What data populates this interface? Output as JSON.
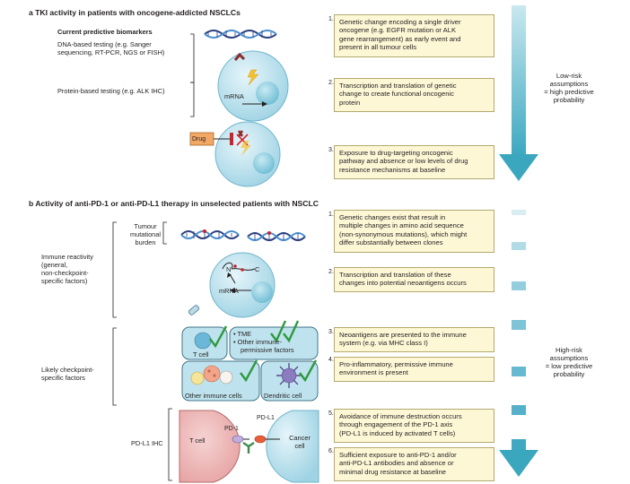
{
  "colors": {
    "arrow": "#4aaec2",
    "box_fill": "#fdf7d6",
    "box_border": "#b3a96e",
    "cell": "#bfe3ee",
    "check": "#2e9a3f",
    "drug": "#f3a765"
  },
  "section_a": {
    "title": "a  TKI activity in patients with oncogene-addicted NSCLCs",
    "biomarkers_heading": "Current predictive biomarkers",
    "dna_testing": [
      "DNA-based testing (e.g. Sanger",
      "sequencing, RT-PCR, NGS or FISH)"
    ],
    "protein_testing": "Protein-based testing (e.g. ALK IHC)",
    "mrna_label": "mRNA",
    "drug_label": "Drug",
    "boxes": [
      {
        "num": "1.",
        "lines": [
          "Genetic change encoding a single driver",
          "oncogene (e.g. EGFR mutation or ALK",
          "gene rearrangement) as early event and",
          "present in all tumour cells"
        ]
      },
      {
        "num": "2.",
        "lines": [
          "Transcription and translation of genetic",
          "change to create functional oncogenic",
          "protein"
        ]
      },
      {
        "num": "3.",
        "lines": [
          "Exposure to drug-targeting oncogenic",
          "pathway and absence or low levels of drug",
          "resistance mechanisms at baseline"
        ]
      }
    ],
    "risk_text": [
      "Low-risk",
      "assumptions",
      "= high predictive",
      "probability"
    ]
  },
  "section_b": {
    "title": "b  Activity of anti-PD-1 or anti-PD-L1 therapy in unselected patients with NSCLC",
    "tumour_burden": [
      "Tumour",
      "mutational",
      "burden"
    ],
    "immune_reactivity": [
      "Immune reactivity",
      "(general,",
      "non-checkpoint-",
      "specific factors)"
    ],
    "checkpoint_factors": [
      "Likely checkpoint-",
      "specific factors"
    ],
    "pdl1_ihc": "PD-L1 IHC",
    "n_label": "N",
    "c_label": "C",
    "mrna_label": "mRNA",
    "t_cell": "T cell",
    "tme": [
      "• TME",
      "• Other immune-",
      "permissive factors"
    ],
    "other_immune": "Other immune cells",
    "dendritic": "Dendritic cell",
    "pd1": "PD-1",
    "pdl1": "PD-L1",
    "t_cell_big": "T cell",
    "cancer_cell": [
      "Cancer",
      "cell"
    ],
    "boxes": [
      {
        "num": "1.",
        "lines": [
          "Genetic changes exist that result in",
          "multiple changes in amino acid sequence",
          "(non-synonymous mutations), which might",
          "differ substantially between clones"
        ]
      },
      {
        "num": "2.",
        "lines": [
          "Transcription and translation of these",
          "changes into potential neoantigens occurs"
        ]
      },
      {
        "num": "3.",
        "lines": [
          "Neoantigens are presented to the immune",
          "system (e.g. via MHC class I)"
        ]
      },
      {
        "num": "4.",
        "lines": [
          "Pro-inflammatory, permissive immune",
          "environment is present"
        ]
      },
      {
        "num": "5.",
        "lines": [
          "Avoidance of immune destruction occurs",
          "through engagement of the PD-1 axis",
          "(PD-L1 is induced by activated T cells)"
        ]
      },
      {
        "num": "6.",
        "lines": [
          "Sufficient exposure to anti-PD-1 and/or",
          "anti-PD-L1 antibodies and absence or",
          "minimal drug resistance at baseline"
        ]
      }
    ],
    "risk_text": [
      "High-risk",
      "assumptions",
      "= low predictive",
      "probability"
    ]
  }
}
